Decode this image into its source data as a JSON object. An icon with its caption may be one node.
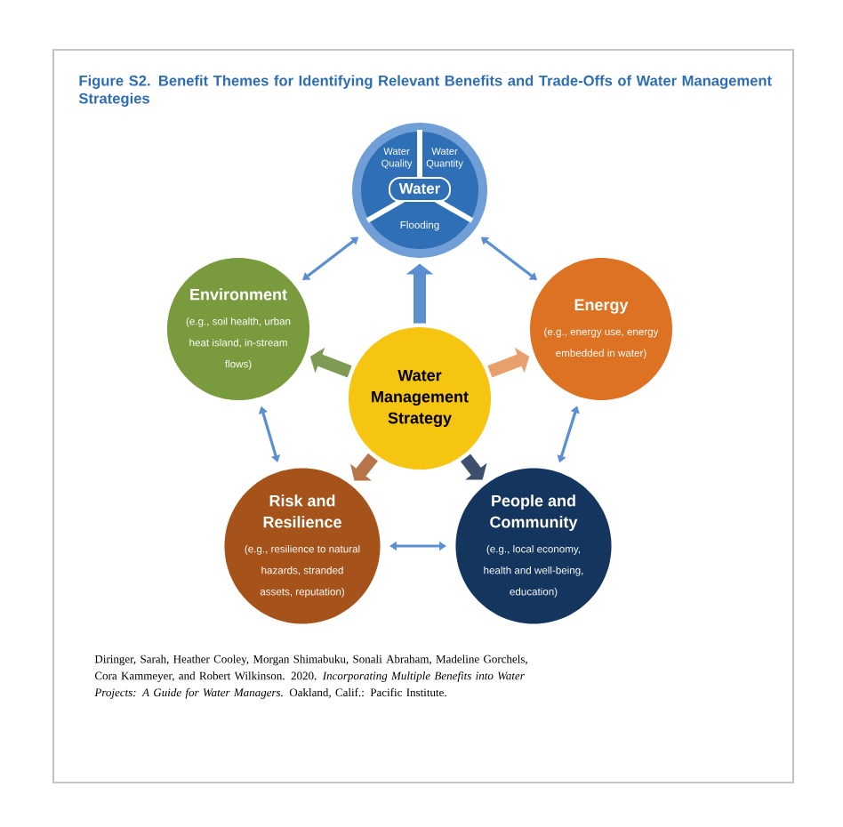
{
  "diagram": {
    "title": "Figure S2. Benefit Themes for Identifying Relevant Benefits and Trade-Offs of Water Management Strategies",
    "nodes": [
      {
        "text": [
          "Water Quality",
          "Water Quantity",
          "Water",
          "Flooding"
        ]
      },
      {
        "text": [
          "Environment",
          "(e.g., soil health, urban heat island, in-stream flows)"
        ]
      },
      {
        "text": [
          "Energy",
          "(e.g., energy use, energy embedded in water)"
        ]
      },
      {
        "text": [
          "Water Management Strategy"
        ]
      },
      {
        "text": [
          "Risk and Resilience",
          "(e.g., resilience to natural hazards, stranded assets, reputation)"
        ]
      },
      {
        "text": [
          "People and Community",
          "(e.g., local economy, health and well-being, education)"
        ]
      }
    ],
    "edges": [
      {
        "from": 0,
        "to": 1,
        "arrow": "both"
      },
      {
        "from": 0,
        "to": 2,
        "arrow": "both"
      },
      {
        "from": 1,
        "to": 4,
        "arrow": "both"
      },
      {
        "from": 2,
        "to": 5,
        "arrow": "both"
      },
      {
        "from": 4,
        "to": 5,
        "arrow": "both"
      },
      {
        "from": 3,
        "to": 0,
        "arrow": "to",
        "style": "thick"
      },
      {
        "from": 3,
        "to": 1,
        "arrow": "to",
        "style": "thick",
        "color": "#7f9a55"
      },
      {
        "from": 3,
        "to": 2,
        "arrow": "to",
        "style": "thick",
        "color": "#e9a06c"
      },
      {
        "from": 3,
        "to": 4,
        "arrow": "to",
        "style": "thick",
        "color": "#b8754a"
      },
      {
        "from": 3,
        "to": 5,
        "arrow": "to",
        "style": "thick",
        "color": "#3e4f6e"
      }
    ],
    "labels": [
      "Diringer, Sarah, Heather Cooley, Morgan Shimabuku, Sonali Abraham, Madeline Gorchels, Cora Kammeyer, and Robert Wilkinson. 2020. *Incorporating Multiple Benefits into Water Projects: A Guide for Water Managers.* Oakland, Calif.: Pacific Institute."
    ]
  }
}
